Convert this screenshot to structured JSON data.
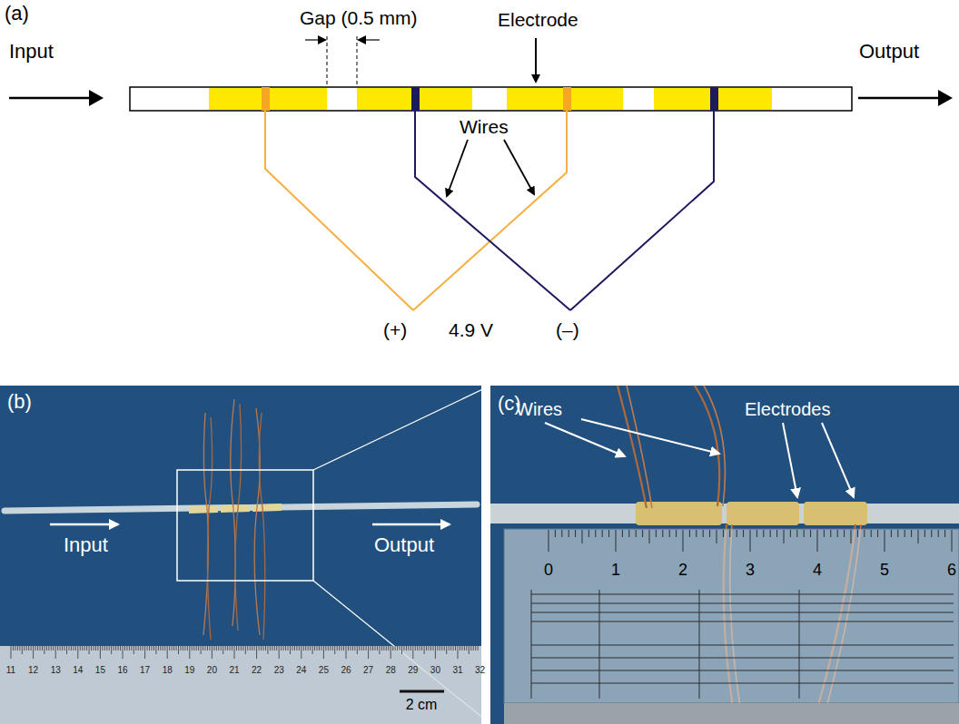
{
  "diagram": {
    "labels": [
      "(a)",
      "Gap (0.5 mm)",
      "Electrode",
      "Input",
      "Output",
      "Wires",
      "(+)",
      "4.9 V",
      "(–)",
      "(b)",
      "Input",
      "Output",
      "11",
      "12",
      "13",
      "14",
      "15",
      "16",
      "17",
      "18",
      "19",
      "20",
      "21",
      "22",
      "23",
      "24",
      "25",
      "26",
      "27",
      "28",
      "29",
      "30",
      "31",
      "32",
      "2 cm",
      "(c)",
      "Wires",
      "Electrodes",
      "0",
      "1",
      "2",
      "3",
      "4",
      "5",
      "6"
    ]
  }
}
